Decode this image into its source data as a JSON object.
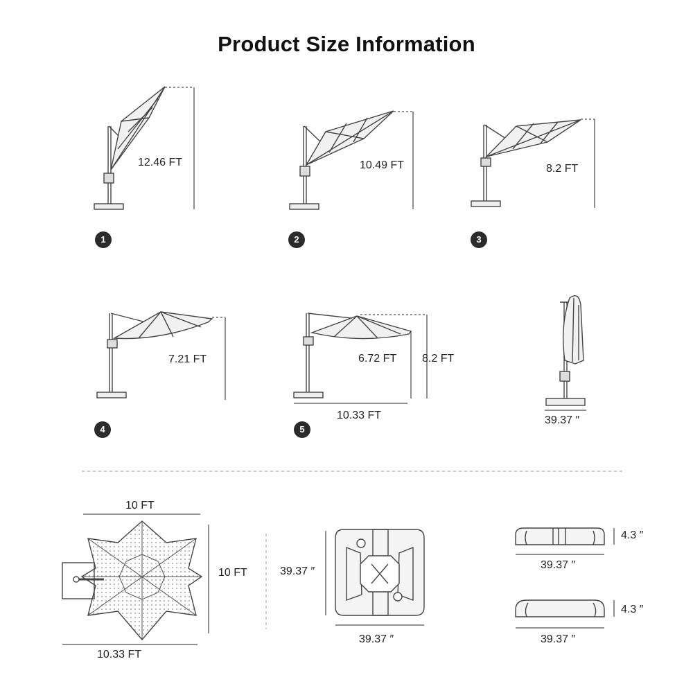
{
  "title": "Product Size Information",
  "side_views": [
    {
      "step": "1",
      "height": "12.46 FT"
    },
    {
      "step": "2",
      "height": "10.49 FT"
    },
    {
      "step": "3",
      "height": "8.2 FT"
    },
    {
      "step": "4",
      "height": "7.21 FT"
    },
    {
      "step": "5",
      "height": "6.72 FT",
      "total_height": "8.2 FT",
      "reach": "10.33 FT"
    }
  ],
  "folded_view": {
    "base_width": "39.37 ″"
  },
  "top_view": {
    "width": "10 FT",
    "depth": "10 FT",
    "reach": "10.33 FT"
  },
  "base_top": {
    "width": "39.37 ″",
    "depth": "39.37 ″"
  },
  "base_side_a": {
    "height": "4.3 ″",
    "width": "39.37 ″"
  },
  "base_side_b": {
    "height": "4.3 ″",
    "width": "39.37 ″"
  }
}
